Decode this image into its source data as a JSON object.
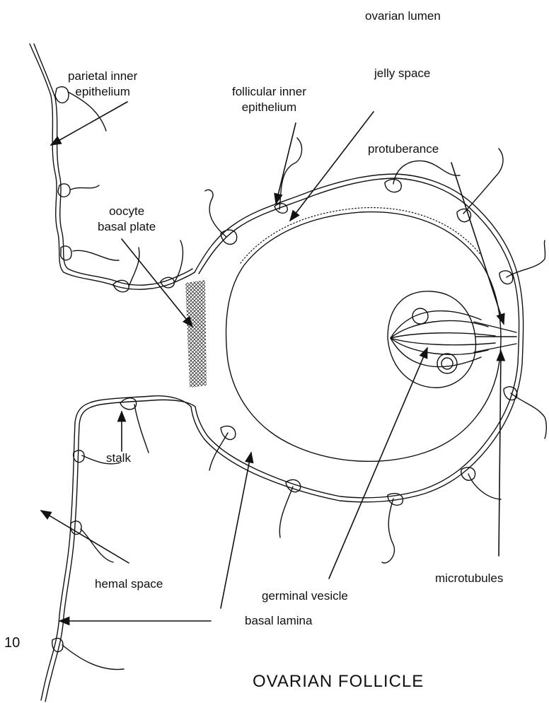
{
  "figure": {
    "number": "10",
    "title": "OVARIAN FOLLICLE"
  },
  "labels": {
    "ovarian_lumen": "ovarian lumen",
    "parietal_inner_epithelium": [
      "parietal inner",
      "epithelium"
    ],
    "jelly_space": "jelly space",
    "follicular_inner_epithelium": [
      "follicular inner",
      "epithelium"
    ],
    "protuberance": "protuberance",
    "oocyte_basal_plate": [
      "oocyte",
      "basal plate"
    ],
    "stalk": "stalk",
    "hemal_space": "hemal space",
    "germinal_vesicle": "germinal vesicle",
    "microtubules": "microtubules",
    "basal_lamina": "basal lamina"
  },
  "colors": {
    "ink": "#111111",
    "paper": "#ffffff"
  }
}
